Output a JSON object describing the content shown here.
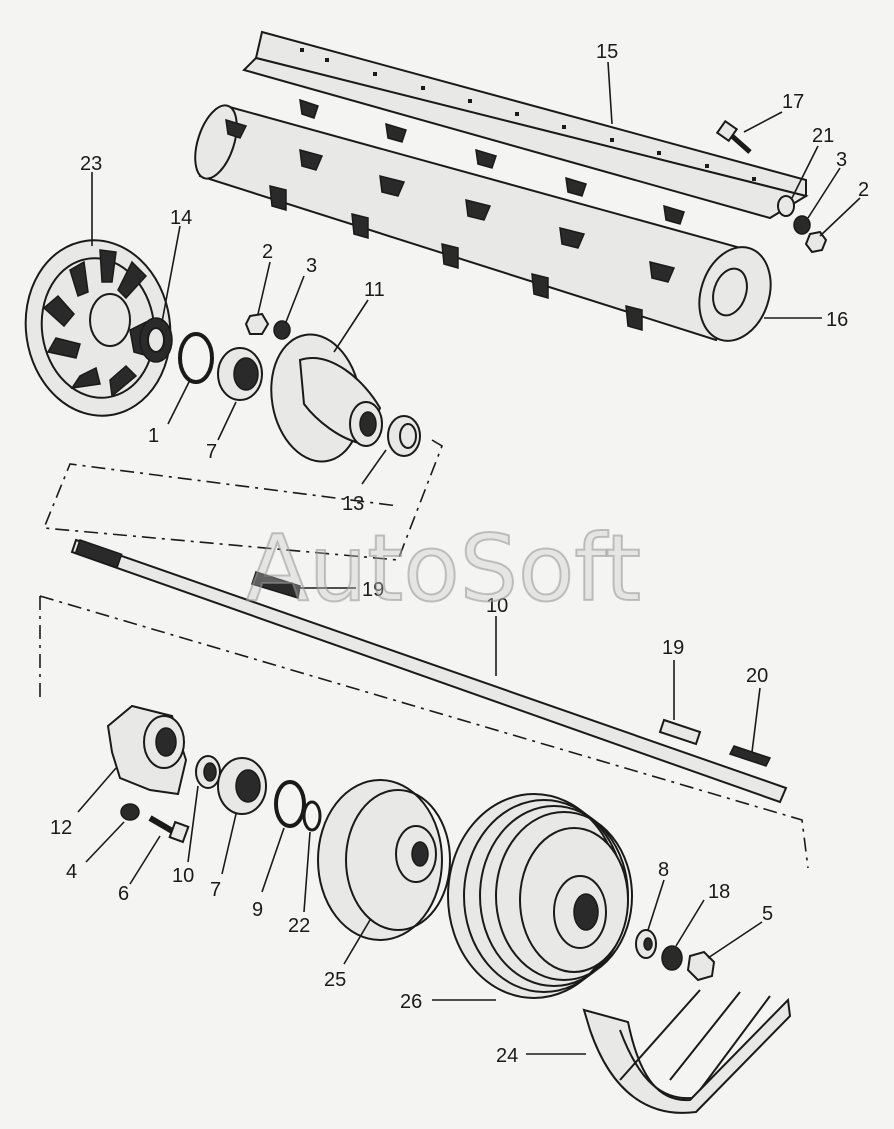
{
  "watermark": "AutoSoft",
  "labels": [
    {
      "id": "l15",
      "text": "15"
    },
    {
      "id": "l17",
      "text": "17"
    },
    {
      "id": "l21",
      "text": "21"
    },
    {
      "id": "l3a",
      "text": "3"
    },
    {
      "id": "l2a",
      "text": "2"
    },
    {
      "id": "l23",
      "text": "23"
    },
    {
      "id": "l14",
      "text": "14"
    },
    {
      "id": "l2b",
      "text": "2"
    },
    {
      "id": "l3b",
      "text": "3"
    },
    {
      "id": "l11",
      "text": "11"
    },
    {
      "id": "l16",
      "text": "16"
    },
    {
      "id": "l1",
      "text": "1"
    },
    {
      "id": "l7a",
      "text": "7"
    },
    {
      "id": "l13",
      "text": "13"
    },
    {
      "id": "l19a",
      "text": "19"
    },
    {
      "id": "l10a",
      "text": "10"
    },
    {
      "id": "l19b",
      "text": "19"
    },
    {
      "id": "l20",
      "text": "20"
    },
    {
      "id": "l12",
      "text": "12"
    },
    {
      "id": "l4",
      "text": "4"
    },
    {
      "id": "l6",
      "text": "6"
    },
    {
      "id": "l10b",
      "text": "10"
    },
    {
      "id": "l7b",
      "text": "7"
    },
    {
      "id": "l9",
      "text": "9"
    },
    {
      "id": "l22",
      "text": "22"
    },
    {
      "id": "l25",
      "text": "25"
    },
    {
      "id": "l8",
      "text": "8"
    },
    {
      "id": "l18",
      "text": "18"
    },
    {
      "id": "l5",
      "text": "5"
    },
    {
      "id": "l26",
      "text": "26"
    },
    {
      "id": "l24",
      "text": "24"
    }
  ]
}
